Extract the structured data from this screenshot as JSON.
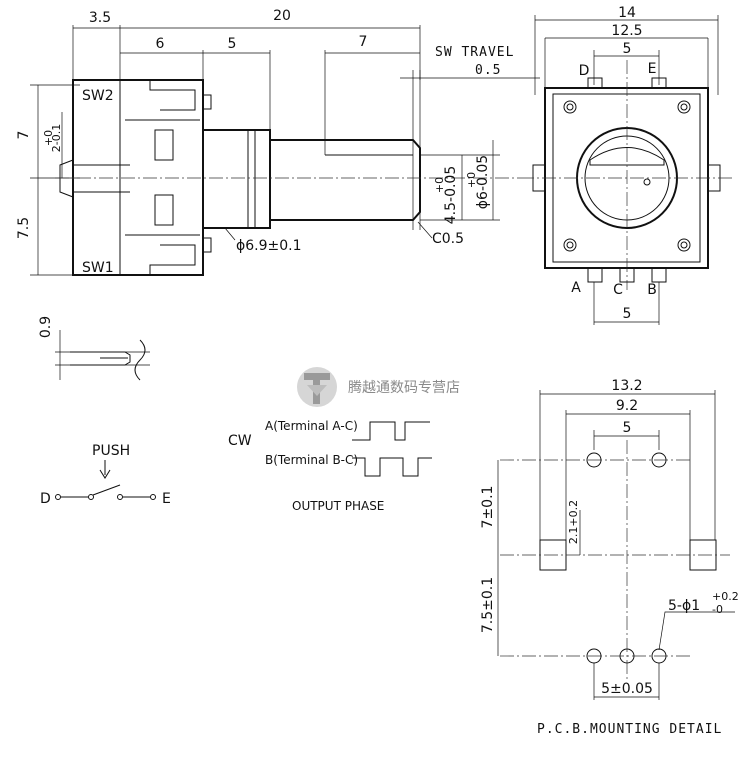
{
  "side_view": {
    "dim_top_3_5": "3.5",
    "dim_top_20": "20",
    "dim_6": "6",
    "dim_5": "5",
    "dim_7_shaft": "7",
    "sw_travel_label": "SW TRAVEL",
    "sw_travel_value": "0.5",
    "dim_left_7": "7",
    "tol_2_1": "+0",
    "tol_2_1b": "2-0.1",
    "dim_left_7_5": "7.5",
    "sw2_label": "SW2",
    "sw1_label": "SW1",
    "shaft_d_label": "ϕ6.9±0.1",
    "chamfer_label": "C0.5",
    "shaft_flat": "4.5-0.05",
    "shaft_flat_tol": "+0",
    "shaft_dia": "ϕ6-0.05",
    "shaft_dia_tol": "+0"
  },
  "front_view": {
    "dim_14": "14",
    "dim_12_5": "12.5",
    "dim_5_top": "5",
    "label_d": "D",
    "label_e": "E",
    "label_a": "A",
    "label_c": "C",
    "label_b": "B",
    "dim_5_bottom": "5"
  },
  "detail_0_9": "0.9",
  "watermark": "腾越通数码专营店",
  "switch": {
    "push_label": "PUSH",
    "d_label": "D",
    "e_label": "E"
  },
  "phase": {
    "cw_label": "CW",
    "a_label": "A(Terminal A-C)",
    "b_label": "B(Terminal B-C)",
    "caption": "OUTPUT PHASE"
  },
  "pcb": {
    "dim_13_2": "13.2",
    "dim_9_2": "9.2",
    "dim_5": "5",
    "dim_7": "7±0.1",
    "dim_2_1": "2.1+0.2",
    "dim_7_5": "7.5±0.1",
    "hole_label": "5-ϕ1",
    "hole_tol_top": "+0.2",
    "hole_tol_bottom": "-0",
    "dim_pitch": "5±0.05",
    "caption": "P.C.B.MOUNTING DETAIL"
  }
}
